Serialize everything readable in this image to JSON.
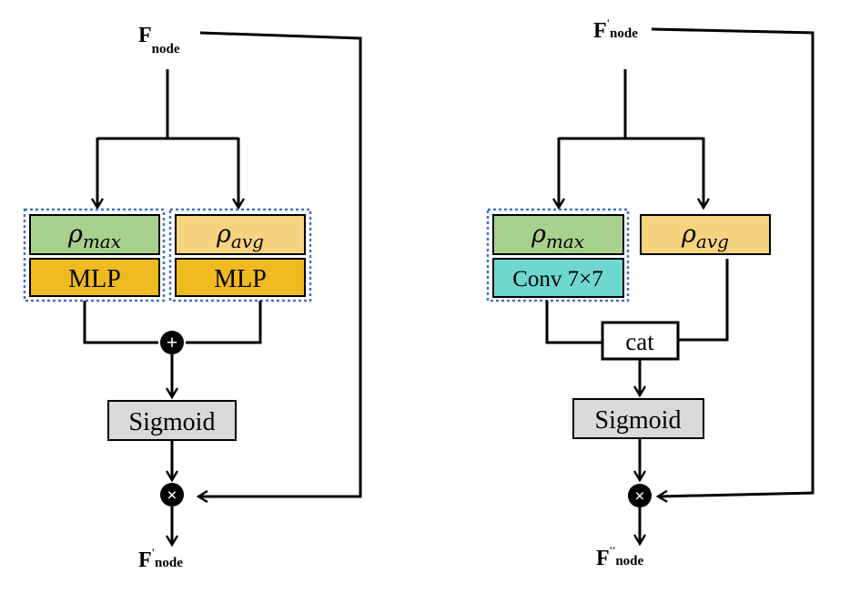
{
  "diagrams": [
    {
      "id": "channel-attention",
      "input_label": {
        "main": "F",
        "sub": "node",
        "prime": ""
      },
      "output_label": {
        "main": "F",
        "sub": "node",
        "prime": "'"
      },
      "pool_max": {
        "symbol": "ρ",
        "sub": "max"
      },
      "pool_avg": {
        "symbol": "ρ",
        "sub": "avg"
      },
      "mlp_left": "MLP",
      "mlp_right": "MLP",
      "merge_op": "+",
      "sigmoid": "Sigmoid",
      "mult_op": "×"
    },
    {
      "id": "spatial-attention",
      "input_label": {
        "main": "F",
        "sub": "node",
        "prime": "'"
      },
      "output_label": {
        "main": "F",
        "sub": "node",
        "prime": "''"
      },
      "pool_max": {
        "symbol": "ρ",
        "sub": "max"
      },
      "pool_avg": {
        "symbol": "ρ",
        "sub": "avg"
      },
      "conv": "Conv 7×7",
      "cat": "cat",
      "sigmoid": "Sigmoid",
      "mult_op": "×"
    }
  ],
  "colors": {
    "pool_max_fill": "#a9d18e",
    "pool_avg_fill": "#f6d47f",
    "mlp_fill": "#efb920",
    "conv_fill": "#6ed8d0",
    "sigmoid_fill": "#d9d9d9",
    "dotted_border": "#4472c4",
    "line": "#000000"
  }
}
